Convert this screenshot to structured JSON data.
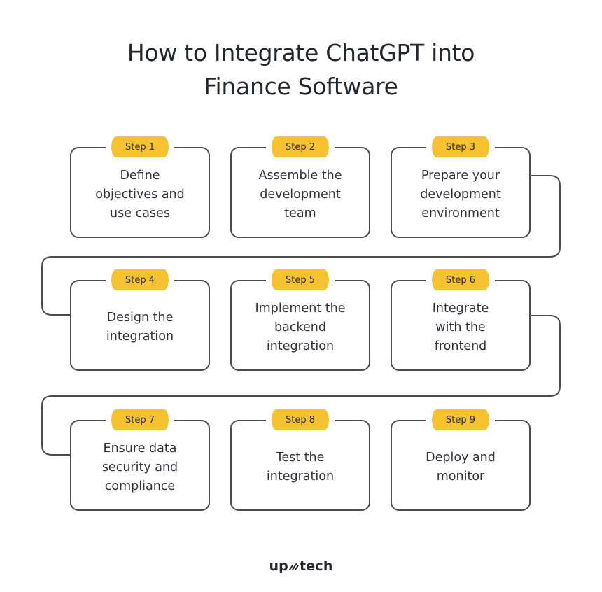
{
  "title": {
    "line1": "How to Integrate ChatGPT into",
    "line2": "Finance Software"
  },
  "steps": [
    {
      "badge": "Step 1",
      "text": "Define objectives and use cases"
    },
    {
      "badge": "Step 2",
      "text": "Assemble the development team"
    },
    {
      "badge": "Step 3",
      "text": "Prepare your development environment"
    },
    {
      "badge": "Step 4",
      "text": "Design the integration"
    },
    {
      "badge": "Step 5",
      "text": "Implement the backend integration"
    },
    {
      "badge": "Step 6",
      "text": "Integrate with the frontend"
    },
    {
      "badge": "Step 7",
      "text": "Ensure data security and compliance"
    },
    {
      "badge": "Step 8",
      "text": "Test the integration"
    },
    {
      "badge": "Step 9",
      "text": "Deploy and monitor"
    }
  ],
  "colors": {
    "badge": "#f6c230",
    "border": "#4a4d50",
    "text": "#2b2f33"
  },
  "logo": {
    "left": "up",
    "right": "tech",
    "icon": "slanted-dashes-icon"
  }
}
